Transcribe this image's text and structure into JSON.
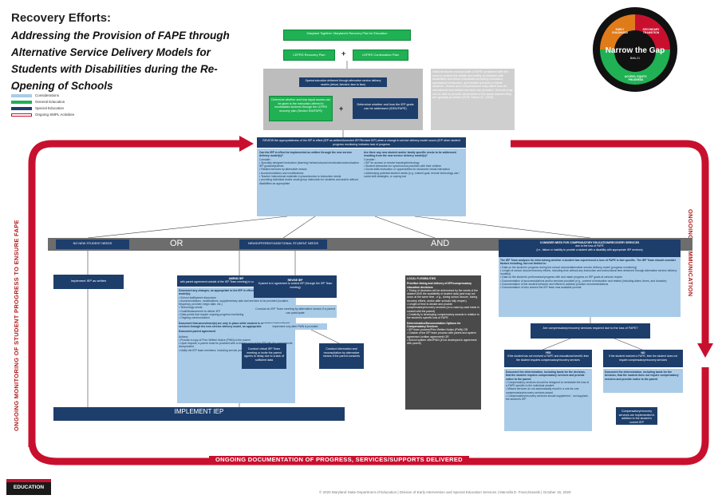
{
  "title": "Recovery Efforts:",
  "subtitle": "Addressing the Provision of FAPE through Alternative Service Delivery Models for Students with Disabilities during the Re-Opening of Schools",
  "key": {
    "title": "Key",
    "items": [
      {
        "label": "Considerations",
        "color": "#a9cbe8"
      },
      {
        "label": "General Education",
        "color": "#1fb153"
      },
      {
        "label": "Special Education",
        "color": "#1d3e6b"
      },
      {
        "label": "Ongoing SMPL Activities",
        "color": "#c8102e"
      }
    ]
  },
  "top": {
    "maryland": "Maryland Together: Maryland's Recovery Plan for Education",
    "leprs_recovery": "LEPRS Recovery Plan",
    "leprs_continuation": "LEPRS Continuation Plan",
    "plus": "+",
    "sped_delivered": "Special education delivered through alternative service delivery models (virtual, blended, face to face)",
    "determine_left": "Determine whether and how equal access can be given to the instruction offered to nondisabled students through the LEPRS recovery plan (Section 504/FAPE)",
    "determine_right": "Determine whether and how the IEP goals can be addressed (IDEA/FAPE)",
    "side_note": "Initial decisions must provide a FAPE consistent with the need to protect the health and safety of students with disabilities and those individuals providing education, specialized instruction, and related services to these students. School and LEA personnel may affect how all educational and related services are provided. Schools may not be able to provide all services in the same manner they are typically provided (OCR, March 21, 2020)."
  },
  "review": {
    "header": "REVIEW the appropriateness of the IEP in effect (IEP as written/Amended IEP/Revised IEP) when a change in service delivery model occurs (IEP when student progress monitoring indicates lack of progress",
    "left_q": "Can the IEP in effect be implemented as written through the new service delivery model(s)?",
    "left_consider": "Consider:",
    "left_bullets": [
      "Specially designed instruction (learning/ behavior/social emotional/communication IEP goals/objectives",
      "Related services by alternative means",
      "Accommodations and modifications",
      "Teacher instructional materials in place/access to instruction needs",
      "providing individual and/or small group instruction for students and and/or without disabilities as appropriate"
    ],
    "right_q": "Are there any new student and/or family specific needs to be addressed resulting from the new service delivery model(s)?",
    "right_consider": "Consider:",
    "right_bullets": [
      "IEP for access to remote learning/technology",
      "Student interaction for synchronous practices with their children",
      "Social skills instruction or opportunities for structured virtual interaction",
      "Addressing potential student needs (e.g., trained goal: remote technology use / social skill strategies, or coping tool"
    ]
  },
  "ongoing": {
    "left": "ONGOING MONITORING OF STUDENT PROGRESS TO ENSURE FAPE",
    "right": "ONGOING COMMUNICATION",
    "bottom": "ONGOING DOCUMENTATION OF PROGRESS, SERVICES/SUPPORTS DELIVERED"
  },
  "banner": {
    "no_new": "NO NEW STUDENT NEEDS",
    "or": "OR",
    "new_different": "NEW/DIFFERENT/ADDITIONAL STUDENT NEEDS",
    "and": "AND",
    "considered_title": "CONSIDER NEED FOR COMPENSATORY EDUCATION/RECOVERY SERVICES",
    "considered_sub": "due to the loss of FAPE",
    "considered_sub2": "(i.e., failure or inability to provide a student with a disability with appropriate IEP services)"
  },
  "implement_as_written": "Implement IEP as written",
  "amend": {
    "title": "AMEND IEP",
    "sub": "with parent agreement outside of the IEP Team meeting) to supplement student's IEP in effect",
    "p1": "Document any changes, as appropriate to the IEP in effect and the new service delivery model(s):",
    "bullets": [
      "School staff/parent discussion",
      "Accommodations, modifications, supplementary aids and services to be provided (location, frequency, provider, begin date, etc.)",
      "Technology needs",
      "Goal/Measurement to deliver IEP",
      "Data points that require ongoing progress monitoring",
      "Ongoing communication"
    ],
    "p2": "Document that amendment(s) are only in place while student is receiving instructional services through the new service delivery model, as appropriate",
    "p3": "Document parent agreement",
    "p4": "Actions:",
    "actions": [
      "Provide a copy of Prior Written Notice (PWN) to the parent",
      "Upon request, a parent must be provided with a revised copy of the IEP with the amendments incorporated",
      "Notify the IEP team members, including service providers, of the amendments made"
    ]
  },
  "revise": {
    "title": "REVISE IEP",
    "sub": "If parent is in agreement to amend IEP (through the IEP Team meeting)",
    "conduct": "Conduct an IEP Team meeting by alternative means if a parent can participate",
    "implement_pwn": "Implement only after PWN is provided",
    "conduct_team": "Conduct virtual IEP Team meeting or invite the parent agrees to delay due to a lack of sufficient data",
    "conduct_info": "Conduct information and reconsultation by alternative means if the parent consents"
  },
  "local": {
    "title": "LOCAL FLEXIBILITIES",
    "p1": "Prioritize timing and delivery of IEP/compensatory education decisions",
    "bullets": [
      "Timing of decisions will be determined by the needs of the student AND the availability of student data (and may not occur at the same time - e.g., during school closure, during recovery efforts, and/or after schools fully reopen)",
      "Length of time to decide and provide compensatory/recovery services (on a case-by-case basis in consult with the parent)",
      "Creativity in developing compensatory awards in relation to the student's specific loss of FAPE"
    ],
    "p2": "Determination/Documentation Options for Compensatory Services",
    "opts": [
      "IEP team process/Prior Written Notice (PWN) OR",
      "Outside of the IEP team process with parent and system agreement (written agreement) OR",
      "School system offer/PWN (if not developed in agreement with parent)"
    ]
  },
  "comp": {
    "intro": "The IEP Team analyzes for determining whether a student has experienced a loss of FAPE is fact specific. The IEP Team should consider factors including, but not limited to:",
    "bullets": [
      "Data on the student's progress during the school closure/alternative service delivery model (progress monitoring)",
      "Length of school closure/recovery efforts, including time without any instruction and instructional time delivered through alternative service delivery model(s)",
      "Data on the student's performance/progress with and made progress on IEP goals at schools reopen",
      "Documentation of accommodations and/or services provided (e.g., content of instruction and related (including dates, times, and duration)",
      "Documentation of the student behavior and efforts to address provider recommendations",
      "Documentation of who worked the IEP team was available provide"
    ],
    "question": "Are compensatory/recovery services required due to the loss of FAPE?",
    "yes_title": "YES",
    "yes_sub": "If the student has not received a FAPE and educational benefit, then the student requires compensatory/recovery services",
    "no_title": "NO",
    "no_sub": "If the student received a FAPE, then the student does not require compensatory/recovery services",
    "yes_doc": "Document the determination, including basis for the decision, that the student requires compensatory services and provide notice to the parent",
    "yes_bullets": [
      "Compensatory services should be designed to remediate the loss of a FAPE specific to the individual student",
      "Missed services do not automatically result in a one-for-one compensatory/recovery services award",
      "Compensatory/recovery services should supplement - not supplant - the student's IEP"
    ],
    "no_doc": "Document the determination, including basis for the decision, that the student does not require compensatory services and provide notice to the parent",
    "addition_note": "Compensatory/recovery services are implemented in addition to the student's current IEP"
  },
  "implement_iep": "IMPLEMENT IEP",
  "logo": {
    "center": "Narrow the Gap",
    "sub": "Birth-21",
    "ring1": "EARLY CHILDHOOD",
    "ring2": "SECONDARY TRANSITION",
    "ring3": "ACCESS, EQUITY, PROGRESS"
  },
  "msde": "EDUCATION",
  "footer": "© 2020 Maryland State Department of Education | Division of Early Intervention and Special Education Services | Marcella E. Franczkowski | October 15, 2020",
  "colors": {
    "red": "#c8102e",
    "navy": "#1d3e6b",
    "green": "#1fb153",
    "lightblue": "#a9cbe8"
  }
}
